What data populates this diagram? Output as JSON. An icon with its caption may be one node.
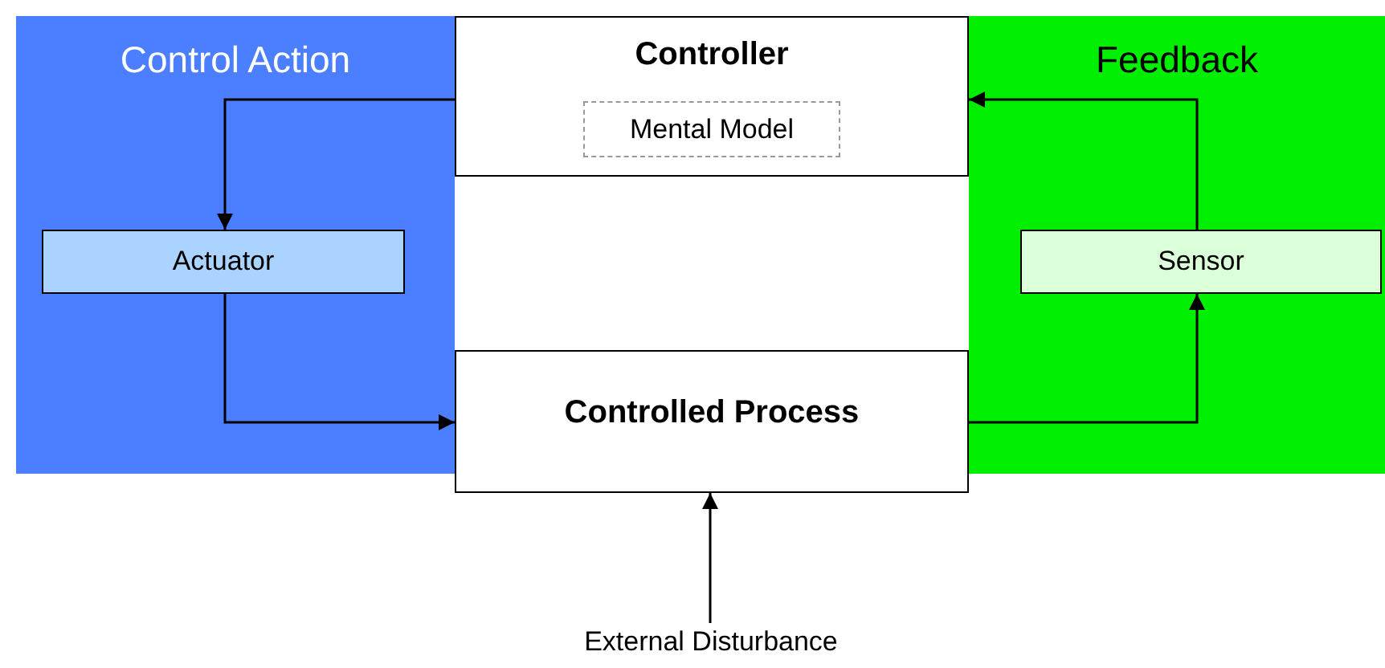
{
  "diagram": {
    "nodes": [
      {
        "text": [
          "Control Action"
        ]
      },
      {
        "text": [
          "Feedback"
        ]
      },
      {
        "text": [
          "Controller"
        ]
      },
      {
        "text": [
          "Mental Model"
        ],
        "in": 2
      },
      {
        "text": [
          "Actuator"
        ],
        "in": 0
      },
      {
        "text": [
          "Sensor"
        ],
        "in": 1
      },
      {
        "text": [
          "Controlled Process"
        ]
      },
      {
        "text": [
          "External Disturbance"
        ]
      }
    ],
    "edges": [
      {
        "from": 2,
        "to": 4,
        "arrow": "to"
      },
      {
        "from": 4,
        "to": 6,
        "arrow": "to"
      },
      {
        "from": 6,
        "to": 5,
        "arrow": "to"
      },
      {
        "from": 5,
        "to": 2,
        "arrow": "to"
      },
      {
        "from": 7,
        "to": 6,
        "arrow": "to"
      }
    ]
  }
}
